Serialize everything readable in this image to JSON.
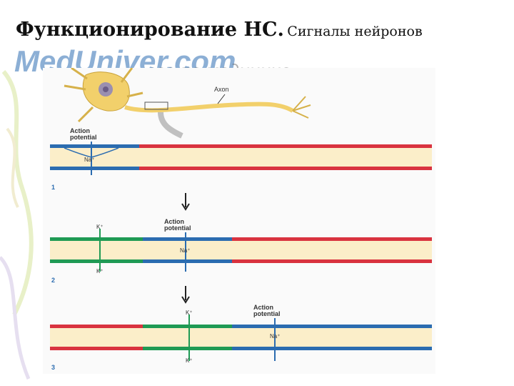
{
  "slide": {
    "title_main": "Функционирование НС.",
    "title_sub": "Сигналы нейронов"
  },
  "watermark": {
    "site": "MedUniver.com",
    "tagline": "все по медицине..."
  },
  "figure": {
    "axon_label": "Axon",
    "ap_label_1": "Action",
    "ap_label_2": "potential",
    "na_label": "Na⁺",
    "k_label": "K⁺",
    "steps": [
      "1",
      "2",
      "3"
    ],
    "colors": {
      "blue": "#2b6cb0",
      "red": "#d9333f",
      "green": "#1f9a54",
      "cytoplasm": "#fbeec9",
      "neuron": "#f2d06b"
    }
  }
}
